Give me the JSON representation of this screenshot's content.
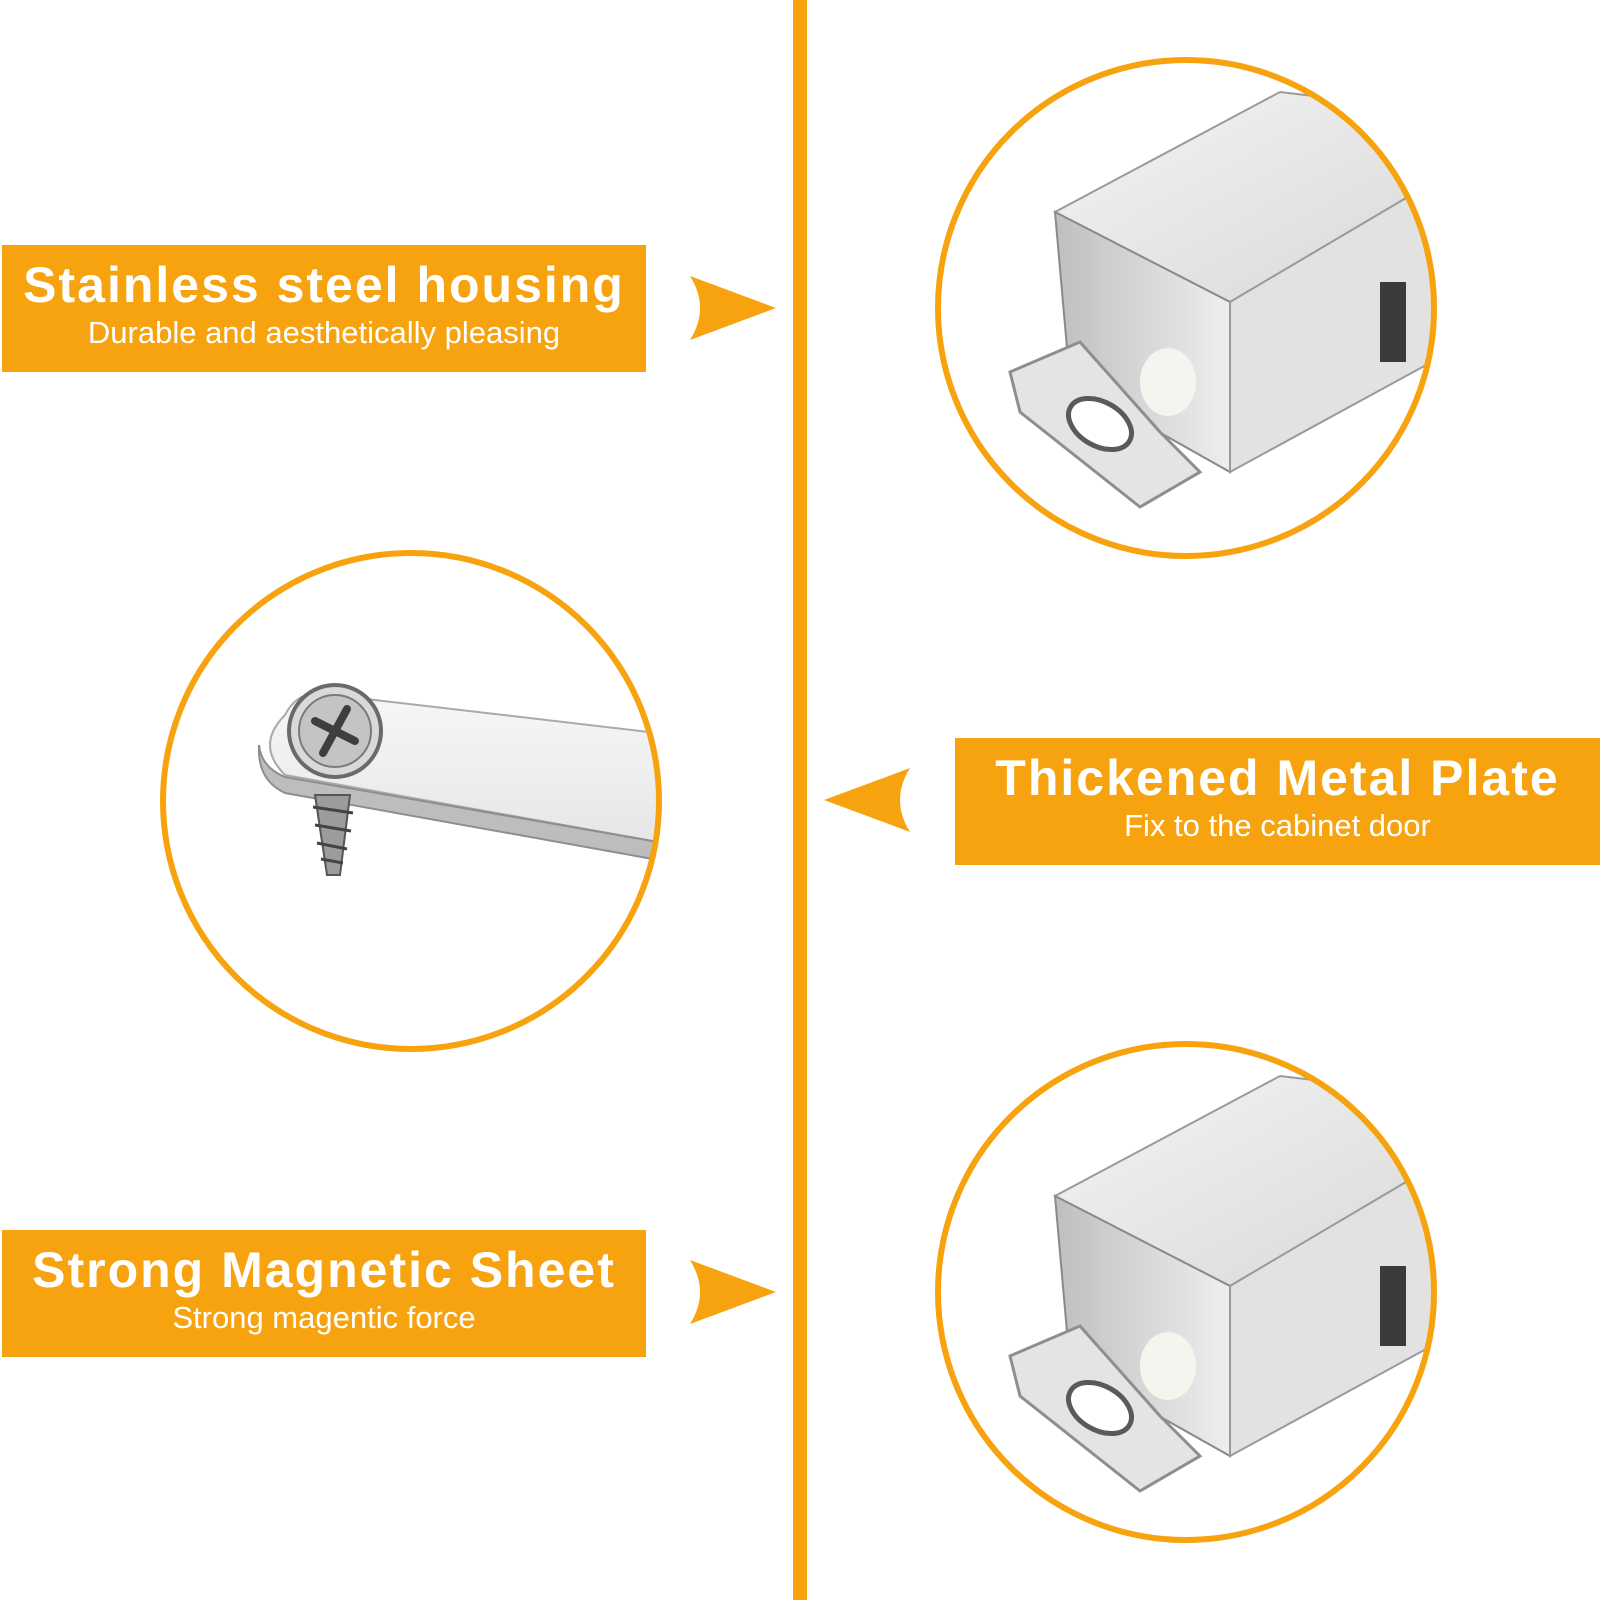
{
  "colors": {
    "accent": "#f7a30f",
    "background": "#ffffff",
    "text": "#ffffff"
  },
  "features": [
    {
      "title": "Stainless steel housing",
      "subtitle": "Durable and aesthetically pleasing"
    },
    {
      "title": "Thickened Metal Plate",
      "subtitle": "Fix to the cabinet door"
    },
    {
      "title": "Strong Magnetic Sheet",
      "subtitle": "Strong magentic force"
    }
  ],
  "images": [
    {
      "icon": "magnetic-catch-housing-icon"
    },
    {
      "icon": "metal-plate-with-screw-icon"
    },
    {
      "icon": "magnetic-catch-housing-icon"
    }
  ]
}
